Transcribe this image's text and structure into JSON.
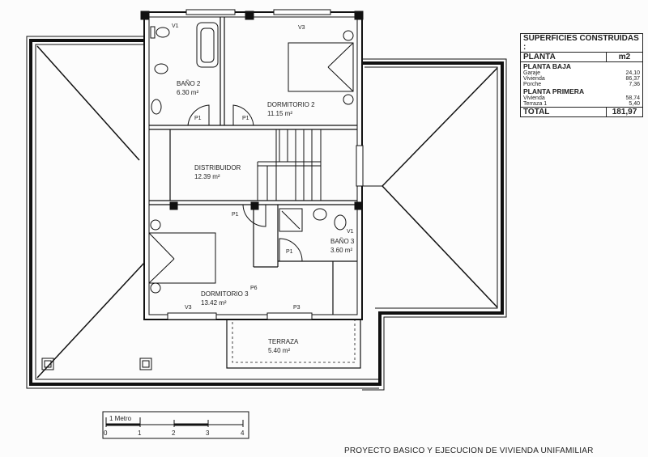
{
  "rooms": [
    {
      "name": "BAÑO 2",
      "area": "6.30 m²"
    },
    {
      "name": "DORMITORIO 2",
      "area": "11.15 m²"
    },
    {
      "name": "DISTRIBUIDOR",
      "area": "12.39 m²"
    },
    {
      "name": "BAÑO 3",
      "area": "3.60 m²"
    },
    {
      "name": "DORMITORIO 3",
      "area": "13.42 m²"
    },
    {
      "name": "TERRAZA",
      "area": "5.40 m²"
    }
  ],
  "openings": {
    "v1": "V1",
    "v3": "V3",
    "p1": "P1",
    "p3": "P3",
    "p6": "P6"
  },
  "table": {
    "title": "SUPERFICIES CONSTRUIDAS :",
    "col1": "PLANTA",
    "col2": "m2",
    "sections": [
      {
        "name": "PLANTA BAJA",
        "rows": [
          {
            "label": "Garaje",
            "value": "24,10"
          },
          {
            "label": "Vivienda",
            "value": "86,37"
          },
          {
            "label": "Porche",
            "value": "7,36"
          }
        ]
      },
      {
        "name": "PLANTA PRIMERA",
        "rows": [
          {
            "label": "Vivienda",
            "value": "58,74"
          },
          {
            "label": "Terraza 1",
            "value": "5,40"
          }
        ]
      }
    ],
    "total_label": "TOTAL",
    "total_value": "181,97"
  },
  "scale": {
    "label": "1 Metro",
    "ticks": [
      "0",
      "1",
      "2",
      "3",
      "4"
    ]
  },
  "footer": "PROYECTO BASICO Y EJECUCION DE VIVIENDA UNIFAMILIAR"
}
